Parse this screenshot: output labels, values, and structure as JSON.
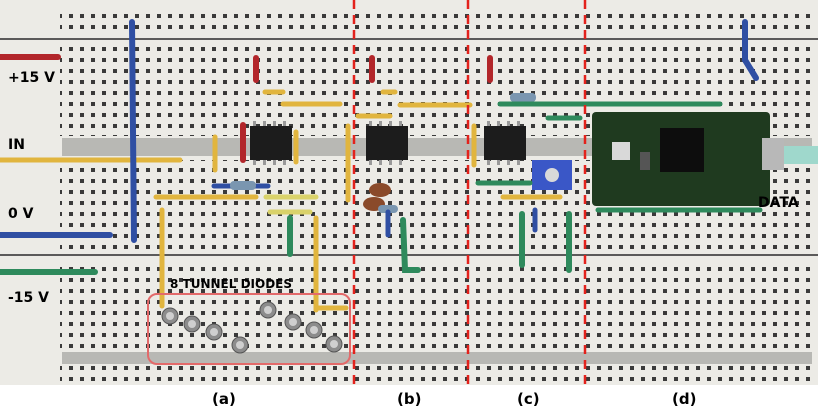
{
  "rail_labels": {
    "plus15": "+15 V",
    "input": "IN",
    "zero": "0 V",
    "minus15": "-15 V",
    "output": "DATA"
  },
  "annotation": {
    "tunnel_diodes": "8 TUNNEL DIODES"
  },
  "section_captions": [
    "(a)",
    "(b)",
    "(c)",
    "(d)"
  ],
  "colors": {
    "board": "#ecebe6",
    "hole": "#3a3a3a",
    "divider": "#e3221c",
    "highlight_box": "#e36a6a",
    "wire_red": "#b2262a",
    "wire_blue": "#2f4fa3",
    "wire_green": "#2e8a5c",
    "wire_yellow": "#e1b53e",
    "chip": "#1c1c1c",
    "pcb": "#1f3a1f"
  },
  "icons": [
    "ic-chip",
    "microcontroller-board",
    "usb-connector",
    "resistor",
    "potentiometer",
    "capacitor",
    "tunnel-diode"
  ]
}
